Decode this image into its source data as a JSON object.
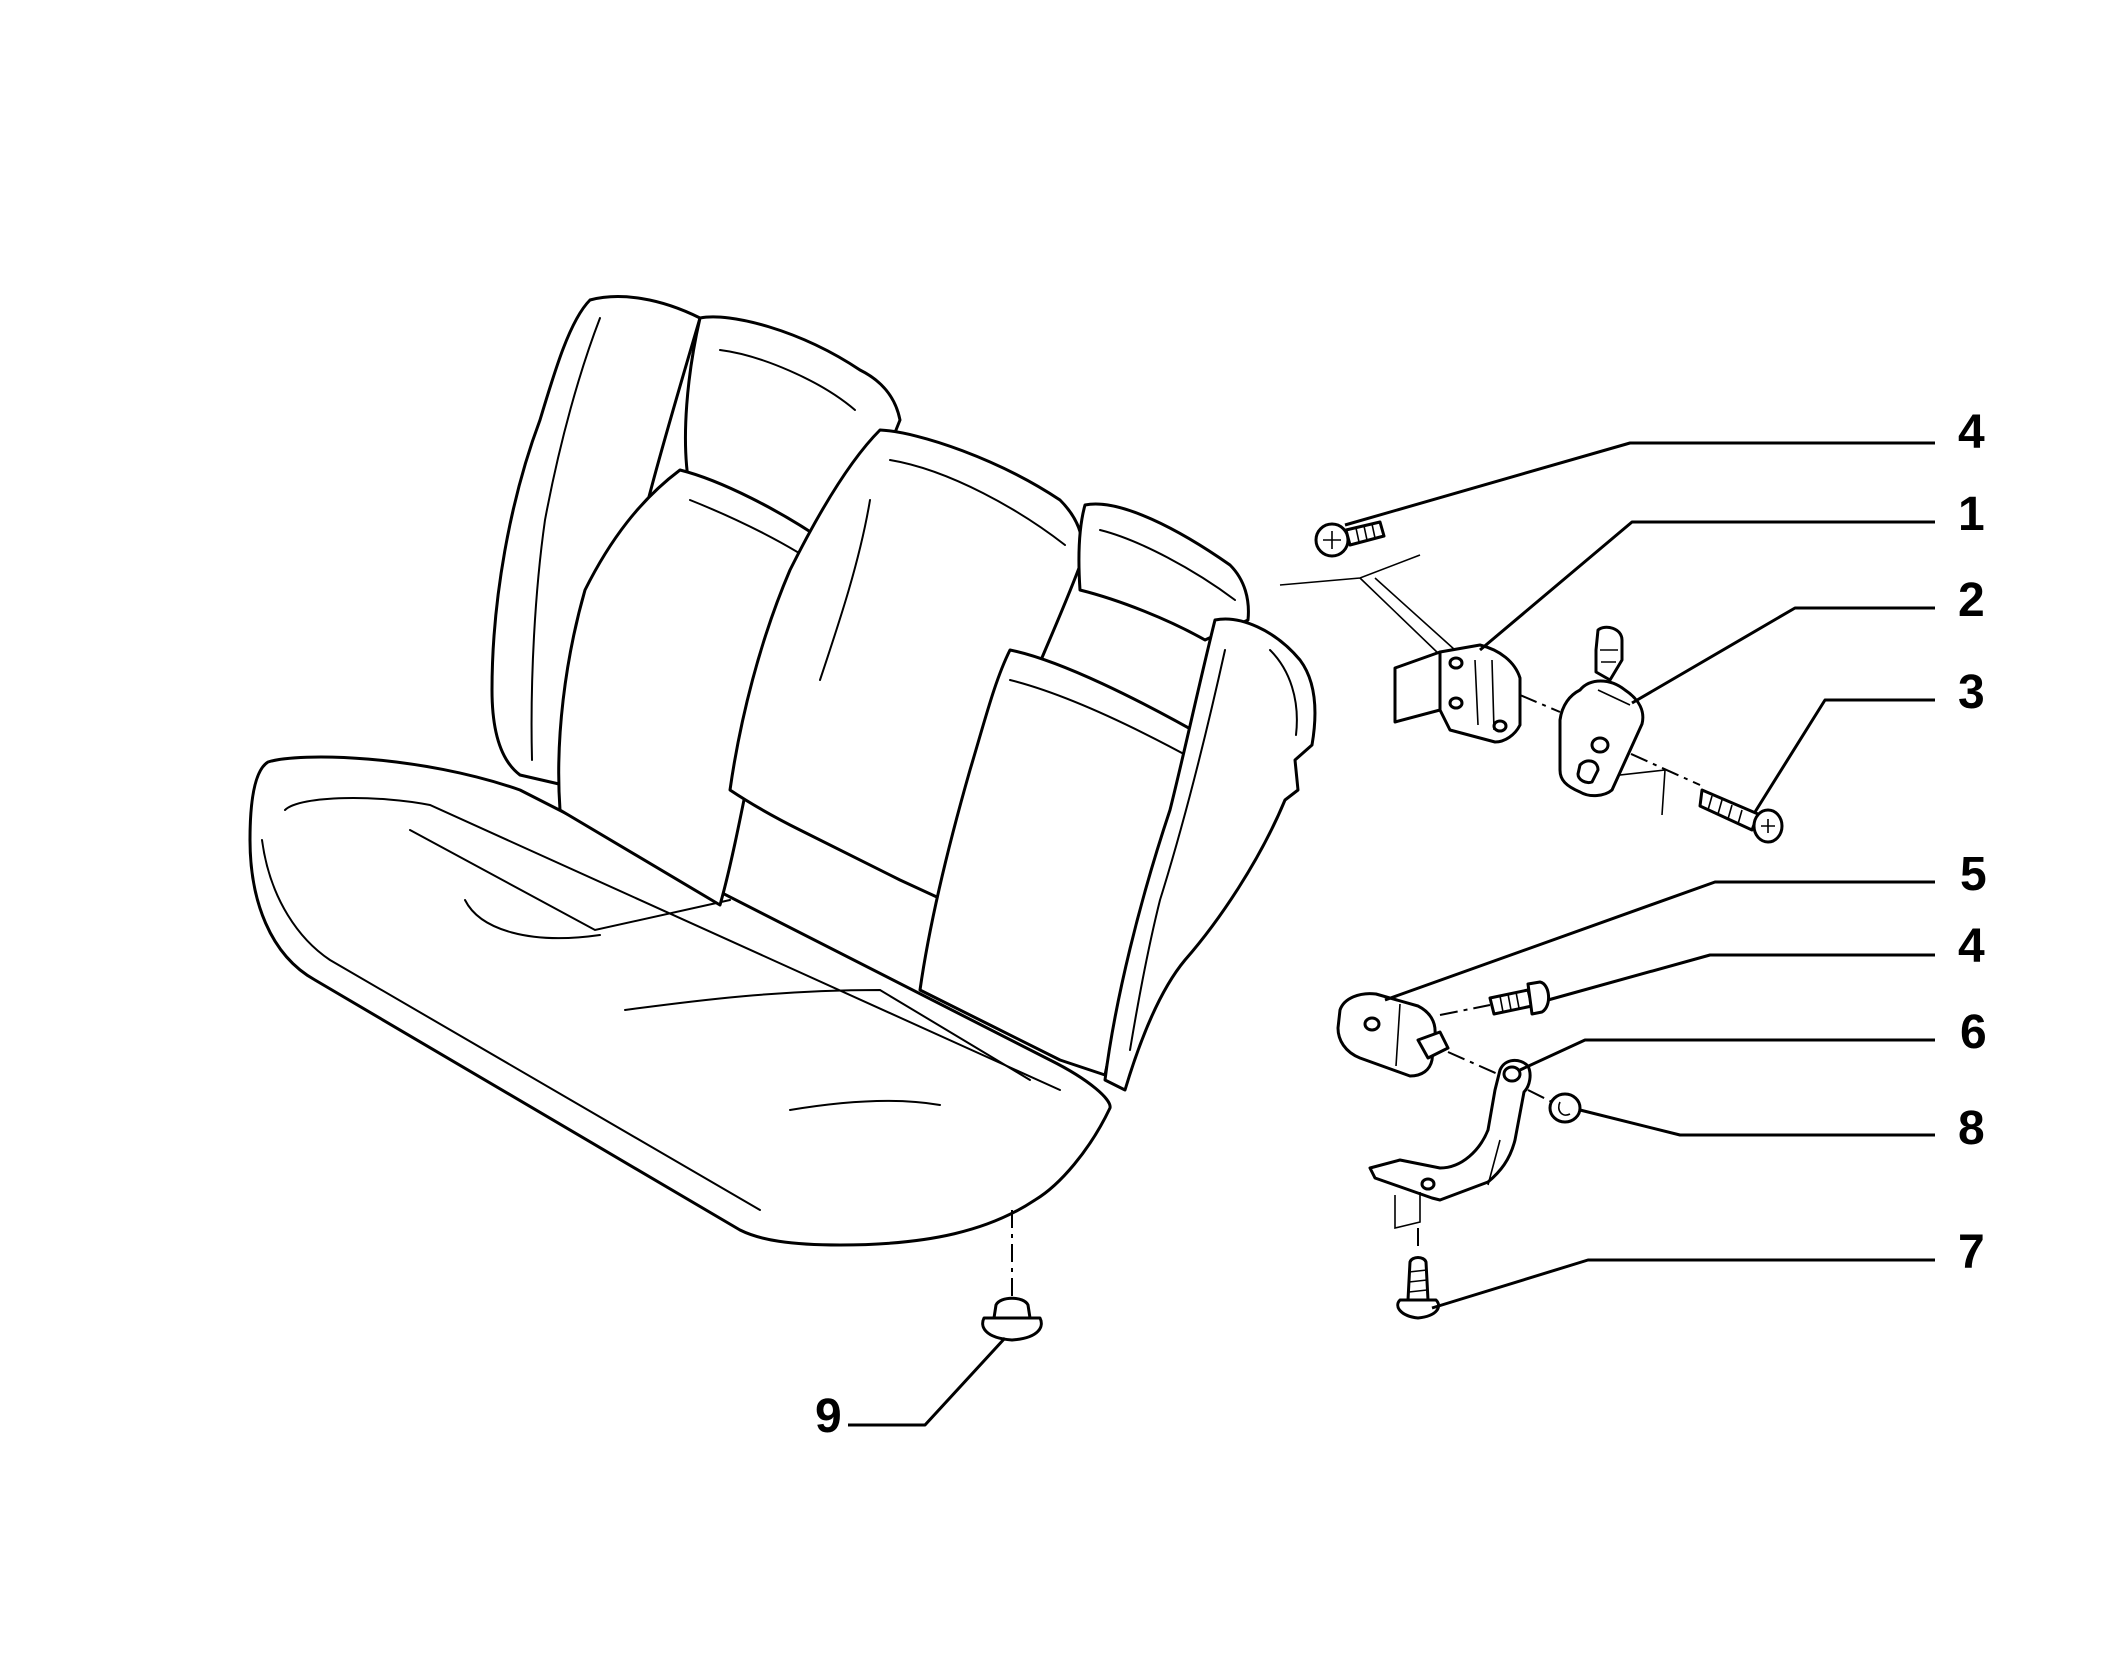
{
  "diagram": {
    "callouts": [
      {
        "id": "4a",
        "label": "4"
      },
      {
        "id": "1",
        "label": "1"
      },
      {
        "id": "2",
        "label": "2"
      },
      {
        "id": "3",
        "label": "3"
      },
      {
        "id": "5",
        "label": "5"
      },
      {
        "id": "4b",
        "label": "4"
      },
      {
        "id": "6",
        "label": "6"
      },
      {
        "id": "8",
        "label": "8"
      },
      {
        "id": "7",
        "label": "7"
      },
      {
        "id": "9",
        "label": "9"
      }
    ],
    "colors": {
      "line": "#000000",
      "background": "#ffffff"
    }
  }
}
